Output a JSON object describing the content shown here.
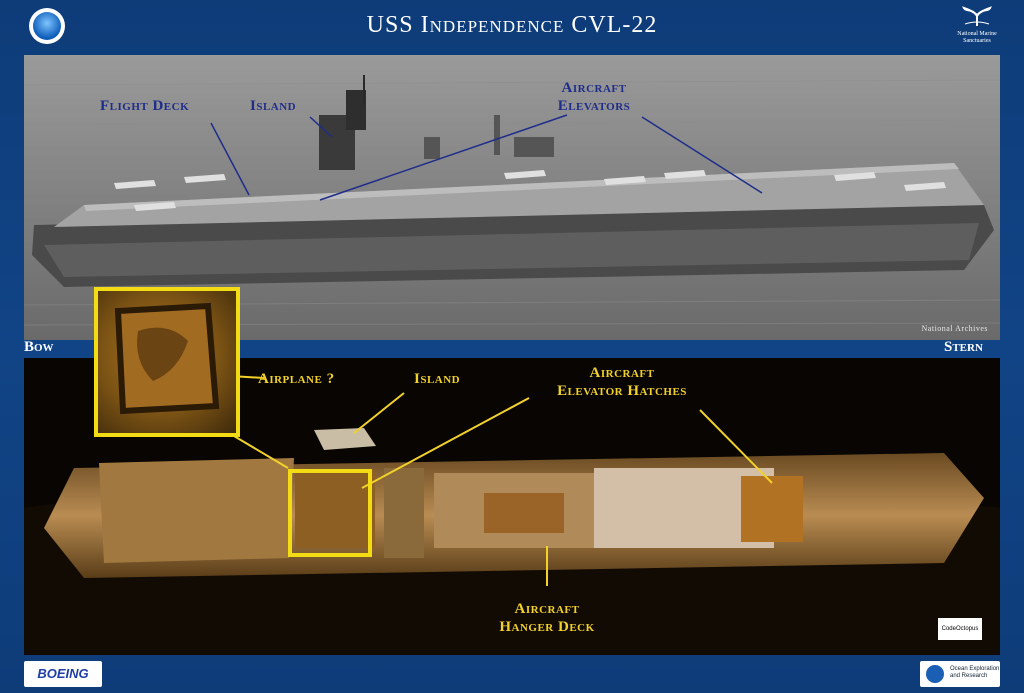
{
  "title": "USS Independence  CVL-22",
  "sanctuary_logo_text": "National Marine Sanctuaries",
  "photo": {
    "labels": {
      "flight_deck": "Flight Deck",
      "island": "Island",
      "aircraft_elevators_line1": "Aircraft",
      "aircraft_elevators_line2": "Elevators"
    },
    "credit": "National Archives"
  },
  "sides": {
    "bow": "Bow",
    "stern": "Stern"
  },
  "sonar": {
    "labels": {
      "airplane": "Airplane ?",
      "island": "Island",
      "elevator_hatches_line1": "Aircraft",
      "elevator_hatches_line2": "Elevator Hatches",
      "hangar_line1": "Aircraft",
      "hangar_line2": "Hanger Deck"
    },
    "partner_logo": "CodeOctopus"
  },
  "footer": {
    "left_logo": "BOEING",
    "right_logo_line1": "Ocean Exploration",
    "right_logo_line2": "and Research"
  },
  "colors": {
    "frame": "#0f3f7e",
    "label_blue": "#1f2d8a",
    "label_yellow": "#f1d12a",
    "highlight": "#f3dc13"
  }
}
